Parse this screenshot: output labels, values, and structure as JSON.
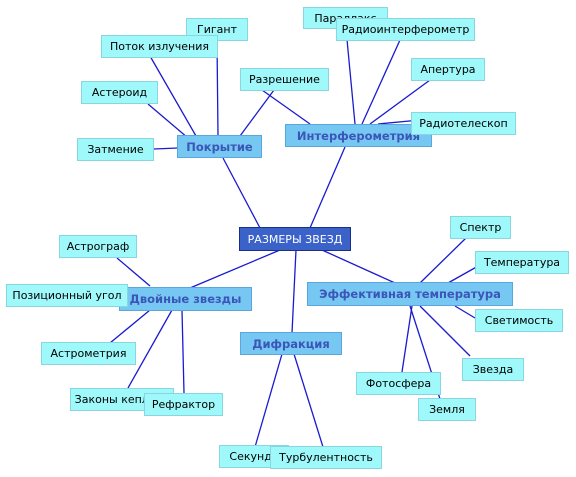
{
  "root": "РАЗМЕРЫ ЗВЕЗД",
  "branches": {
    "pokrytie": "Покрытие",
    "interferometriya": "Интерферометрия",
    "dvoinye": "Двойные звезды",
    "difrakciya": "Дифракция",
    "temperatura": "Эффективная температура"
  },
  "leaves": {
    "gigant": "Гигант",
    "potok": "Поток излучения",
    "asteroid": "Астероид",
    "zatmenie": "Затмение",
    "razreshenie": "Разрешение",
    "parallaks": "Параллакс",
    "radiointerferometr": "Радиоинтерферометр",
    "apertura": "Апертура",
    "radioteleskop": "Радиотелескоп",
    "astrograf": "Астрограф",
    "poz_ugol": "Позиционный угол",
    "astrometriya": "Астрометрия",
    "zakony": "Законы кеплера",
    "refraktor": "Рефрактор",
    "sekunda": "Секунда",
    "turbulentnost": "Турбулентность",
    "spektr": "Спектр",
    "temperatura_leaf": "Температура",
    "svetimost": "Светимость",
    "zvezda": "Звезда",
    "fotosfera": "Фотосфера",
    "zemlya": "Земля"
  },
  "colors": {
    "line": "#1a1ad0",
    "leaf_fill": "#9ff8fa",
    "branch_fill": "#76c8f2",
    "branch_text": "#3b55b8",
    "root_fill": "#3a62c8"
  }
}
